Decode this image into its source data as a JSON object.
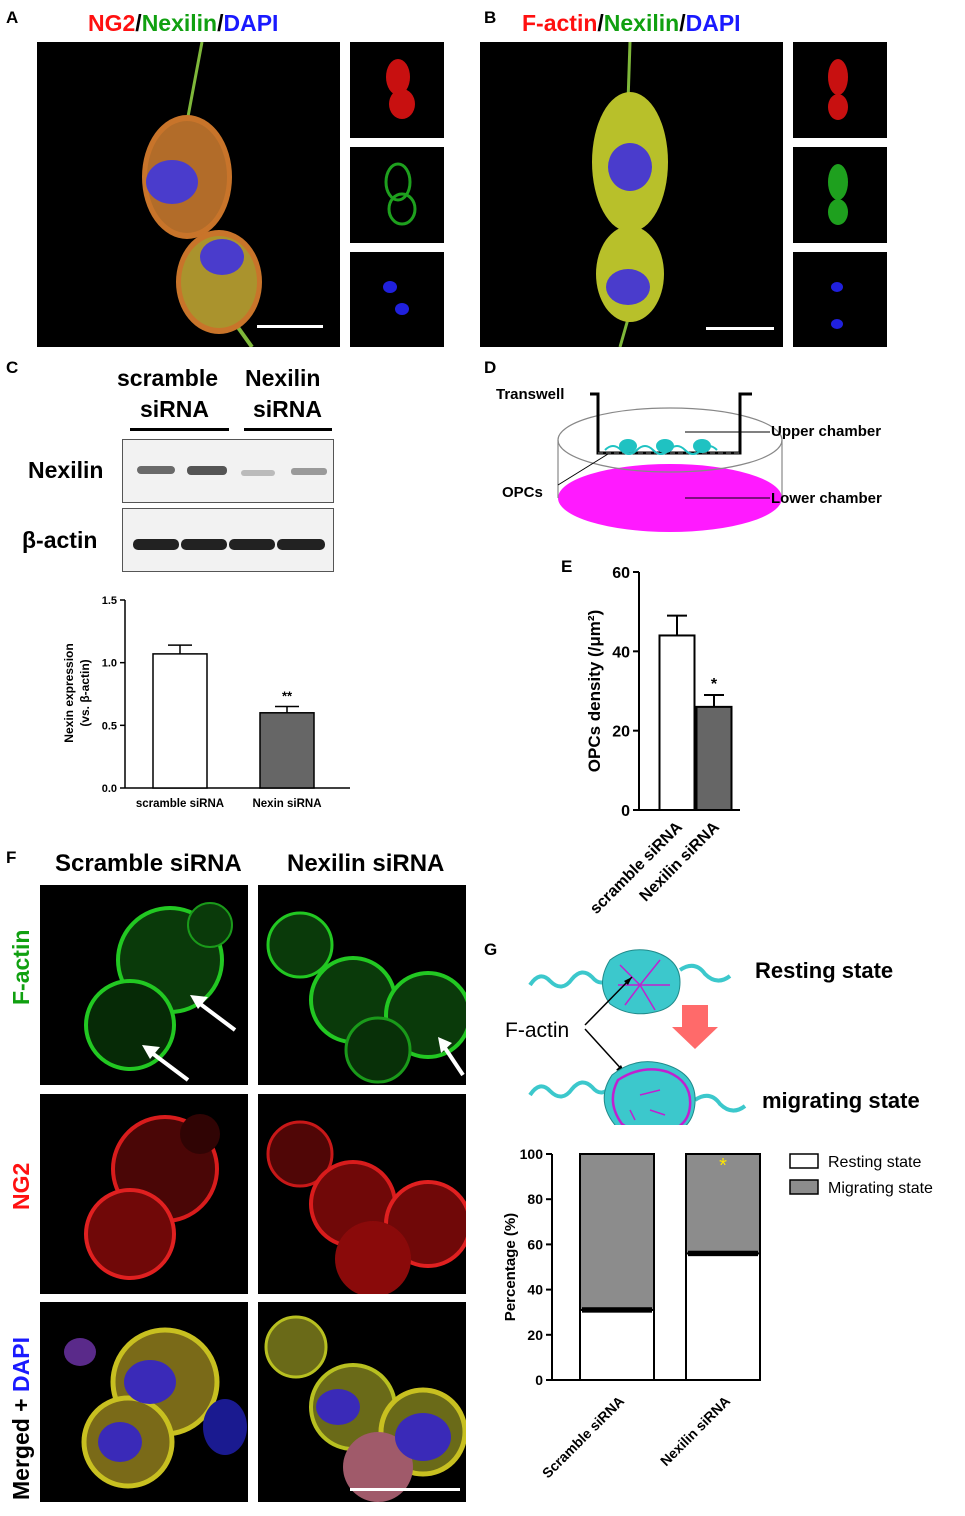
{
  "panel_labels": {
    "a": "A",
    "b": "B",
    "c": "C",
    "d": "D",
    "e": "E",
    "f": "F",
    "g": "G"
  },
  "panel_a": {
    "title_ng2": "NG2",
    "sep1": "/",
    "title_nexilin": "Nexilin",
    "sep2": "/",
    "title_dapi": "DAPI"
  },
  "panel_b": {
    "title_factin": "F-actin",
    "sep1": "/",
    "title_nexilin": "Nexilin",
    "sep2": "/",
    "title_dapi": "DAPI"
  },
  "panel_c": {
    "group1_line1": "scramble",
    "group1_line2": "siRNA",
    "group2_line1": "Nexilin",
    "group2_line2": "siRNA",
    "row1_label": "Nexilin",
    "row2_label": "β-actin"
  },
  "panel_d": {
    "transwell": "Transwell",
    "upper": "Upper chamber",
    "opcs": "OPCs",
    "lower": "Lower chamber",
    "lower_color": "#ff1aff",
    "cell_color": "#1fc2c2"
  },
  "panel_f": {
    "col1": "Scramble siRNA",
    "col2": "Nexilin siRNA",
    "row1": "F-actin",
    "row2": "NG2",
    "row3_part1": "Merged + ",
    "row3_part2": "DAPI"
  },
  "panel_g_diagram": {
    "resting": "Resting state",
    "migrating": "migrating state",
    "factin": "F-actin",
    "cell_color": "#3cc8cc",
    "filament_color": "#c020d0",
    "arrow_color": "#ff6a6a"
  },
  "chart_data": [
    {
      "type": "bar",
      "panel": "C",
      "categories": [
        "scramble siRNA",
        "Nexin siRNA"
      ],
      "values": [
        1.07,
        0.6
      ],
      "errors": [
        0.07,
        0.05
      ],
      "ylabel_line1": "Nexin expression",
      "ylabel_line2": "(vs. β-actin)",
      "ylim": [
        0,
        1.5
      ],
      "yticks": [
        "0.0",
        "0.5",
        "1.0",
        "1.5"
      ],
      "significance": [
        "",
        "**"
      ],
      "fill_colors": [
        "#ffffff",
        "#666666"
      ]
    },
    {
      "type": "bar",
      "panel": "E",
      "categories": [
        "scramble siRNA",
        "Nexilin siRNA"
      ],
      "values": [
        44,
        26
      ],
      "errors": [
        5,
        3
      ],
      "ylabel": "OPCs density (/μm²)",
      "ylim": [
        0,
        60
      ],
      "yticks": [
        "0",
        "20",
        "40",
        "60"
      ],
      "significance": [
        "",
        "*"
      ],
      "fill_colors": [
        "#ffffff",
        "#666666"
      ]
    },
    {
      "type": "bar",
      "subtype": "stacked",
      "panel": "G",
      "categories": [
        "Scramble siRNA",
        "Nexilin siRNA"
      ],
      "series": [
        {
          "name": "Resting state",
          "values": [
            31,
            56
          ],
          "color": "#ffffff"
        },
        {
          "name": "Migrating state",
          "values": [
            69,
            44
          ],
          "color": "#8c8c8c"
        }
      ],
      "errors": [
        1.2,
        1.2
      ],
      "ylabel": "Percentage (%)",
      "ylim": [
        0,
        100
      ],
      "yticks": [
        "0",
        "20",
        "40",
        "60",
        "80",
        "100"
      ],
      "significance": [
        "",
        "*"
      ],
      "significance_color": "#ffe600"
    }
  ]
}
